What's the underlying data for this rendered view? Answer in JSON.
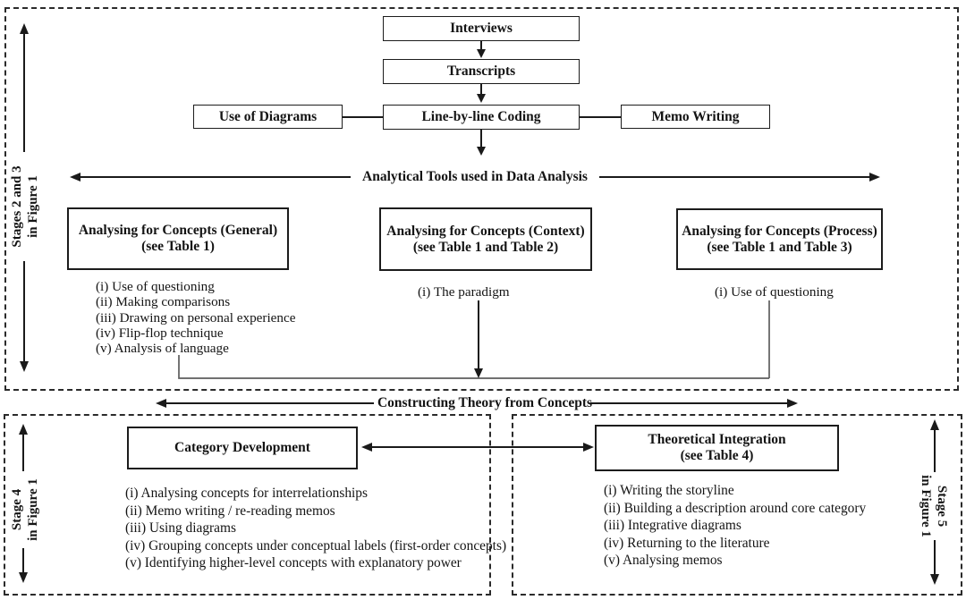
{
  "diagram": {
    "stages_2_3": {
      "side_label_line1": "Stages 2 and 3",
      "side_label_line2": "in Figure 1",
      "flow": {
        "interviews": "Interviews",
        "transcripts": "Transcripts",
        "line_by_line_coding": "Line-by-line Coding",
        "use_of_diagrams": "Use of Diagrams",
        "memo_writing": "Memo Writing"
      },
      "analytical_tools_label": "Analytical Tools used in Data Analysis",
      "concepts_general": {
        "title": "Analysing for Concepts (General)",
        "subtitle": "(see Table 1)",
        "items": [
          "(i) Use of questioning",
          "(ii) Making comparisons",
          "(iii) Drawing on personal experience",
          "(iv) Flip-flop technique",
          "(v) Analysis of language"
        ]
      },
      "concepts_context": {
        "title": "Analysing for Concepts (Context)",
        "subtitle": "(see Table 1 and Table 2)",
        "items": [
          "(i) The paradigm"
        ]
      },
      "concepts_process": {
        "title": "Analysing for Concepts (Process)",
        "subtitle": "(see Table 1 and Table 3)",
        "items": [
          "(i) Use of questioning"
        ]
      }
    },
    "connector_label": "Constructing Theory from Concepts",
    "stage_4": {
      "side_label_line1": "Stage 4",
      "side_label_line2": "in Figure 1",
      "box_title": "Category Development",
      "items": [
        "(i) Analysing concepts for interrelationships",
        "(ii) Memo writing / re-reading memos",
        "(iii) Using diagrams",
        "(iv) Grouping concepts under conceptual labels (first-order concepts)",
        "(v) Identifying higher-level concepts with explanatory power"
      ]
    },
    "stage_5": {
      "side_label_line1": "Stage 5",
      "side_label_line2": "in Figure 1",
      "box_title": "Theoretical Integration",
      "box_subtitle": "(see Table 4)",
      "items": [
        "(i) Writing the storyline",
        "(ii) Building a description around core category",
        "(iii) Integrative diagrams",
        "(iv) Returning to the literature",
        "(v) Analysing memos"
      ]
    },
    "colors": {
      "line": "#1a1a1a",
      "gray_line": "#5d5d5d",
      "background": "#ffffff"
    }
  }
}
